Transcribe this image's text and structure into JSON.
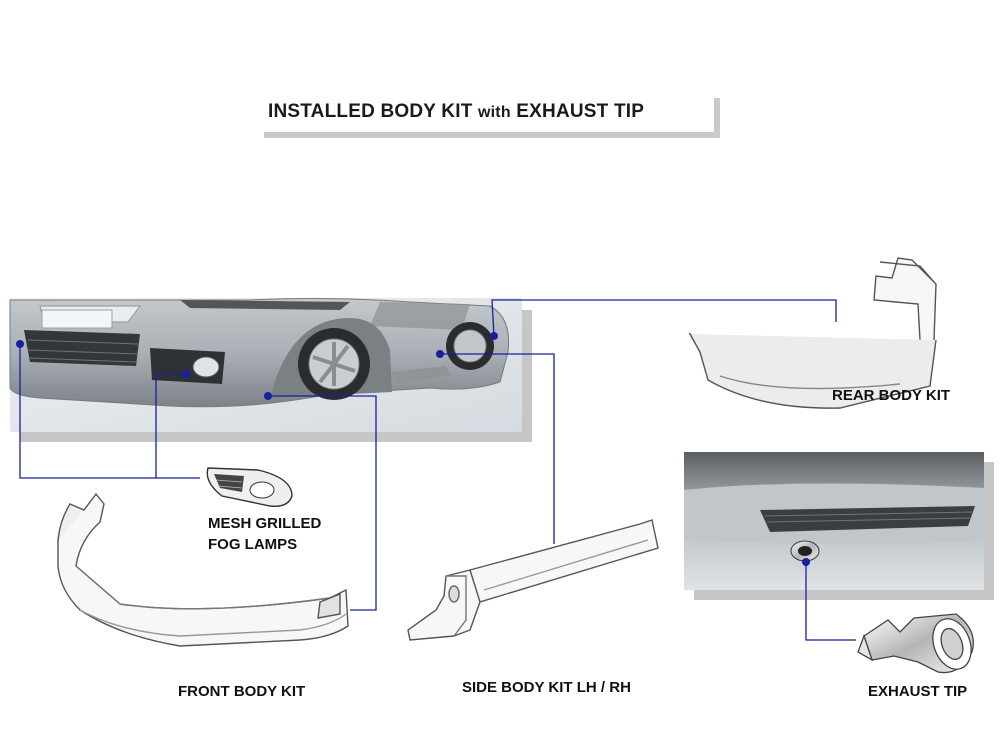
{
  "title": {
    "part1": "INSTALLED BODY KIT",
    "part2": "with",
    "part3": "EXHAUST TIP"
  },
  "labels": {
    "rear_body_kit": "REAR BODY KIT",
    "mesh_line1": "MESH GRILLED",
    "mesh_line2": "FOG LAMPS",
    "front_body_kit": "FRONT BODY KIT",
    "side_body_kit": "SIDE BODY KIT LH / RH",
    "exhaust_tip": "EXHAUST TIP"
  },
  "colors": {
    "leader_line": "#1a1f9e",
    "photo_background": "#dde3e8",
    "photo_shadow": "#c6c6c6",
    "part_fill": "#f7f7f7",
    "part_stroke": "#555555"
  }
}
